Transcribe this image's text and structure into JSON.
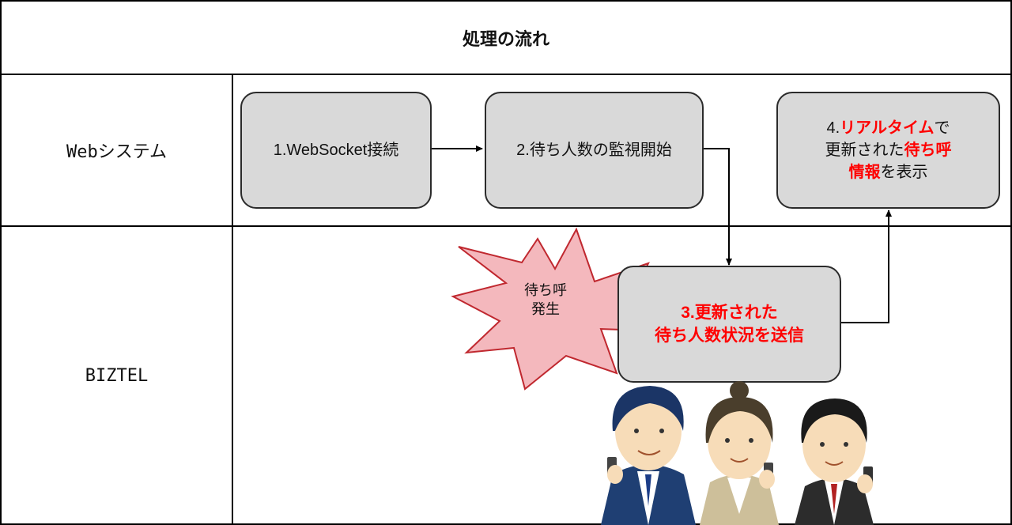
{
  "title": "処理の流れ",
  "lanes": [
    {
      "label": "Webシステム"
    },
    {
      "label": "BIZTEL"
    }
  ],
  "steps": {
    "step1": {
      "text": "1.WebSocket接続"
    },
    "step2": {
      "text": "2.待ち人数の監視開始"
    },
    "step3": {
      "line1": "3.更新された",
      "line2": "待ち人数状況を送信"
    },
    "step4": {
      "line1_a": "4.",
      "line1_b": "リアルタイム",
      "line1_c": "で",
      "line2_a": "更新された",
      "line2_b": "待ち呼",
      "line3_a": "情報",
      "line3_b": "を表示"
    }
  },
  "burst": {
    "line1": "待ち呼",
    "line2": "発生"
  },
  "colors": {
    "box_fill": "#d9d9d9",
    "box_stroke": "#2b2b2b",
    "highlight": "#ff0000",
    "burst_fill": "#f4b8bd",
    "burst_stroke": "#c0282f"
  }
}
